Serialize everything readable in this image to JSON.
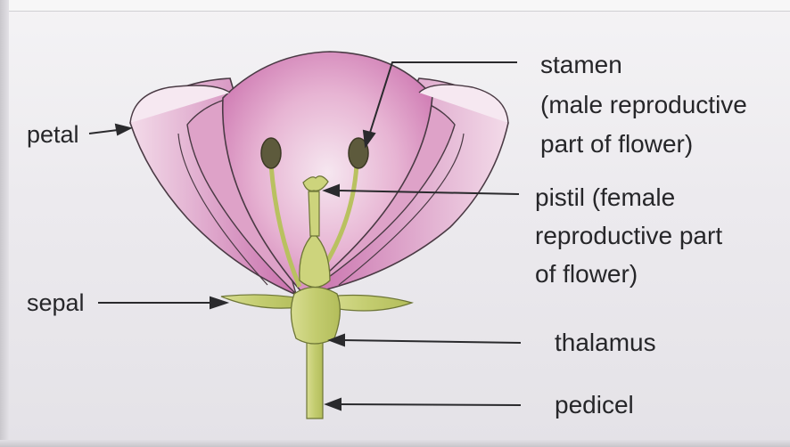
{
  "labels": {
    "petal": "petal",
    "sepal": "sepal",
    "stamen_line1": "stamen",
    "stamen_line2": "(male reproductive",
    "stamen_line3": "part of flower)",
    "pistil_line1": "pistil (female",
    "pistil_line2": "reproductive part",
    "pistil_line3": "of flower)",
    "thalamus": "thalamus",
    "pedicel": "pedicel"
  },
  "colors": {
    "petal_pink": "#d98cc0",
    "petal_light": "#f3dbe9",
    "green_part": "#c8d27e",
    "anther": "#5a5a3e",
    "outline": "#4a3a44",
    "text": "#262629"
  }
}
